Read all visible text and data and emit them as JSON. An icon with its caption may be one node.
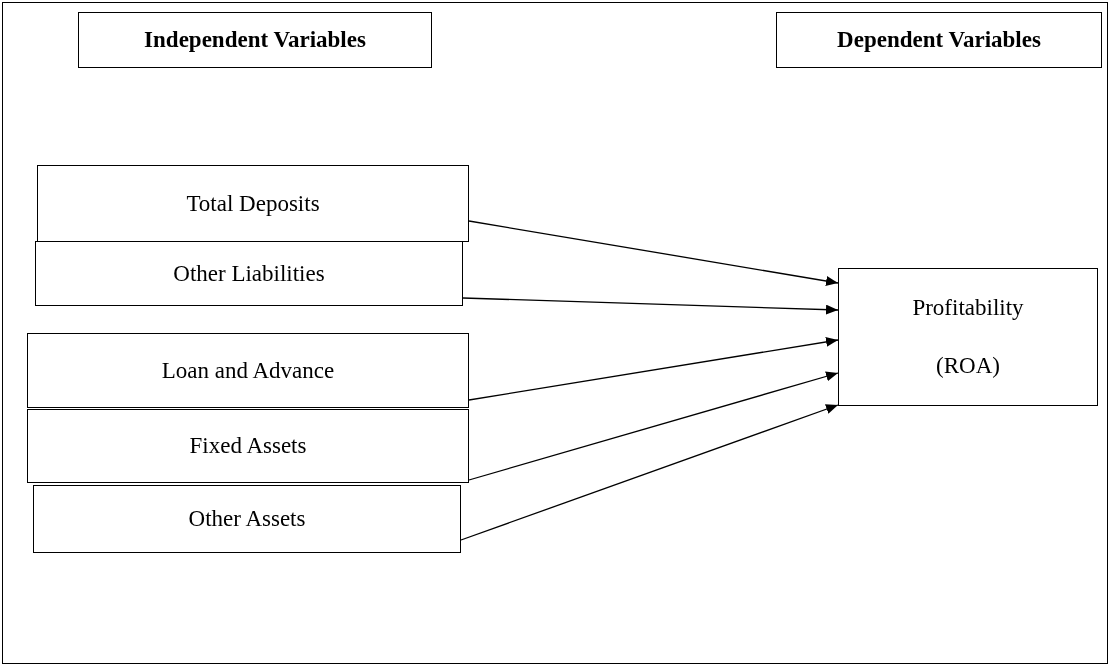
{
  "diagram": {
    "nodes": [
      {
        "text": [
          "Independent Variables"
        ]
      },
      {
        "text": [
          "Dependent Variables"
        ]
      },
      {
        "text": [
          "Total Deposits"
        ]
      },
      {
        "text": [
          "Other Liabilities"
        ]
      },
      {
        "text": [
          "Loan and Advance"
        ]
      },
      {
        "text": [
          "Fixed Assets"
        ]
      },
      {
        "text": [
          "Other Assets"
        ]
      },
      {
        "text": [
          "Profitability",
          "(ROA)"
        ]
      }
    ],
    "edges": [
      {
        "from": 2,
        "to": 7,
        "arrow": "to"
      },
      {
        "from": 3,
        "to": 7,
        "arrow": "to"
      },
      {
        "from": 4,
        "to": 7,
        "arrow": "to"
      },
      {
        "from": 5,
        "to": 7,
        "arrow": "to"
      },
      {
        "from": 6,
        "to": 7,
        "arrow": "to"
      }
    ]
  }
}
